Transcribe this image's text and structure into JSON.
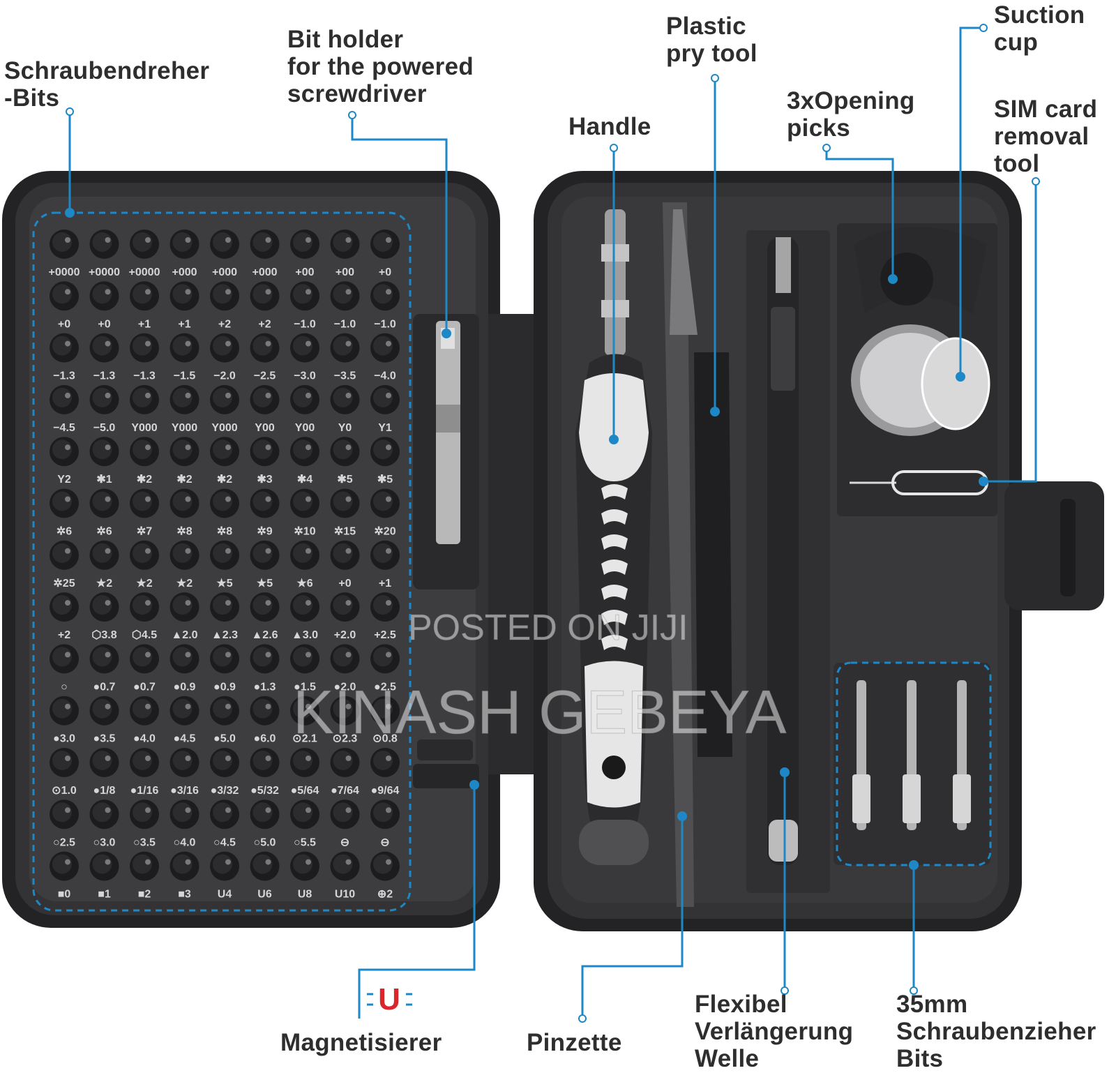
{
  "colors": {
    "accent": "#1e88c7",
    "case_dark": "#2a2a2c",
    "case_inner": "#3a3a3c",
    "label_text": "#2e2e2e"
  },
  "labels": {
    "bits": "Schraubendreher\n-Bits",
    "bit_holder": "Bit holder\nfor the powered\nscrewdriver",
    "plastic_pry": "Plastic\npry tool",
    "handle": "Handle",
    "opening_picks": "3xOpening\npicks",
    "suction_cup": "Suction\ncup",
    "sim_tool": "SIM card\nremoval\ntool",
    "magnetizer": "Magnetisierer",
    "tweezers": "Pinzette",
    "extension": "Flexibel\nVerlängerung\nWelle",
    "bits_35mm": "35mm\nSchraubenzieher\nBits"
  },
  "watermark": {
    "line1": "POSTED ON JIJI",
    "line2": "KINASH GEBEYA"
  },
  "bit_rows": [
    [
      "+0000",
      "+0000",
      "+0000",
      "+000",
      "+000",
      "+000",
      "+00",
      "+00",
      "+0"
    ],
    [
      "+0",
      "+0",
      "+1",
      "+1",
      "+2",
      "+2",
      "−1.0",
      "−1.0",
      "−1.0"
    ],
    [
      "−1.3",
      "−1.3",
      "−1.3",
      "−1.5",
      "−2.0",
      "−2.5",
      "−3.0",
      "−3.5",
      "−4.0"
    ],
    [
      "−4.5",
      "−5.0",
      "Y000",
      "Y000",
      "Y000",
      "Y00",
      "Y00",
      "Y0",
      "Y1"
    ],
    [
      "Y2",
      "✱1",
      "✱2",
      "✱2",
      "✱2",
      "✱3",
      "✱4",
      "✱5",
      "✱5"
    ],
    [
      "✲6",
      "✲6",
      "✲7",
      "✲8",
      "✲8",
      "✲9",
      "✲10",
      "✲15",
      "✲20"
    ],
    [
      "✲25",
      "★2",
      "★2",
      "★2",
      "★5",
      "★5",
      "★6",
      "+0",
      "+1"
    ],
    [
      "+2",
      "⬡3.8",
      "⬡4.5",
      "▲2.0",
      "▲2.3",
      "▲2.6",
      "▲3.0",
      "+2.0",
      "+2.5"
    ],
    [
      "○",
      "●0.7",
      "●0.7",
      "●0.9",
      "●0.9",
      "●1.3",
      "●1.5",
      "●2.0",
      "●2.5"
    ],
    [
      "●3.0",
      "●3.5",
      "●4.0",
      "●4.5",
      "●5.0",
      "●6.0",
      "⊙2.1",
      "⊙2.3",
      "⊙0.8"
    ],
    [
      "⊙1.0",
      "●1/8",
      "●1/16",
      "●3/16",
      "●3/32",
      "●5/32",
      "●5/64",
      "●7/64",
      "●9/64"
    ],
    [
      "○2.5",
      "○3.0",
      "○3.5",
      "○4.0",
      "○4.5",
      "○5.0",
      "○5.5",
      "⊖",
      "⊖"
    ],
    [
      "■0",
      "■1",
      "■2",
      "■3",
      "U4",
      "U6",
      "U8",
      "U10",
      "⊕2"
    ]
  ],
  "magnet_icon": "U"
}
